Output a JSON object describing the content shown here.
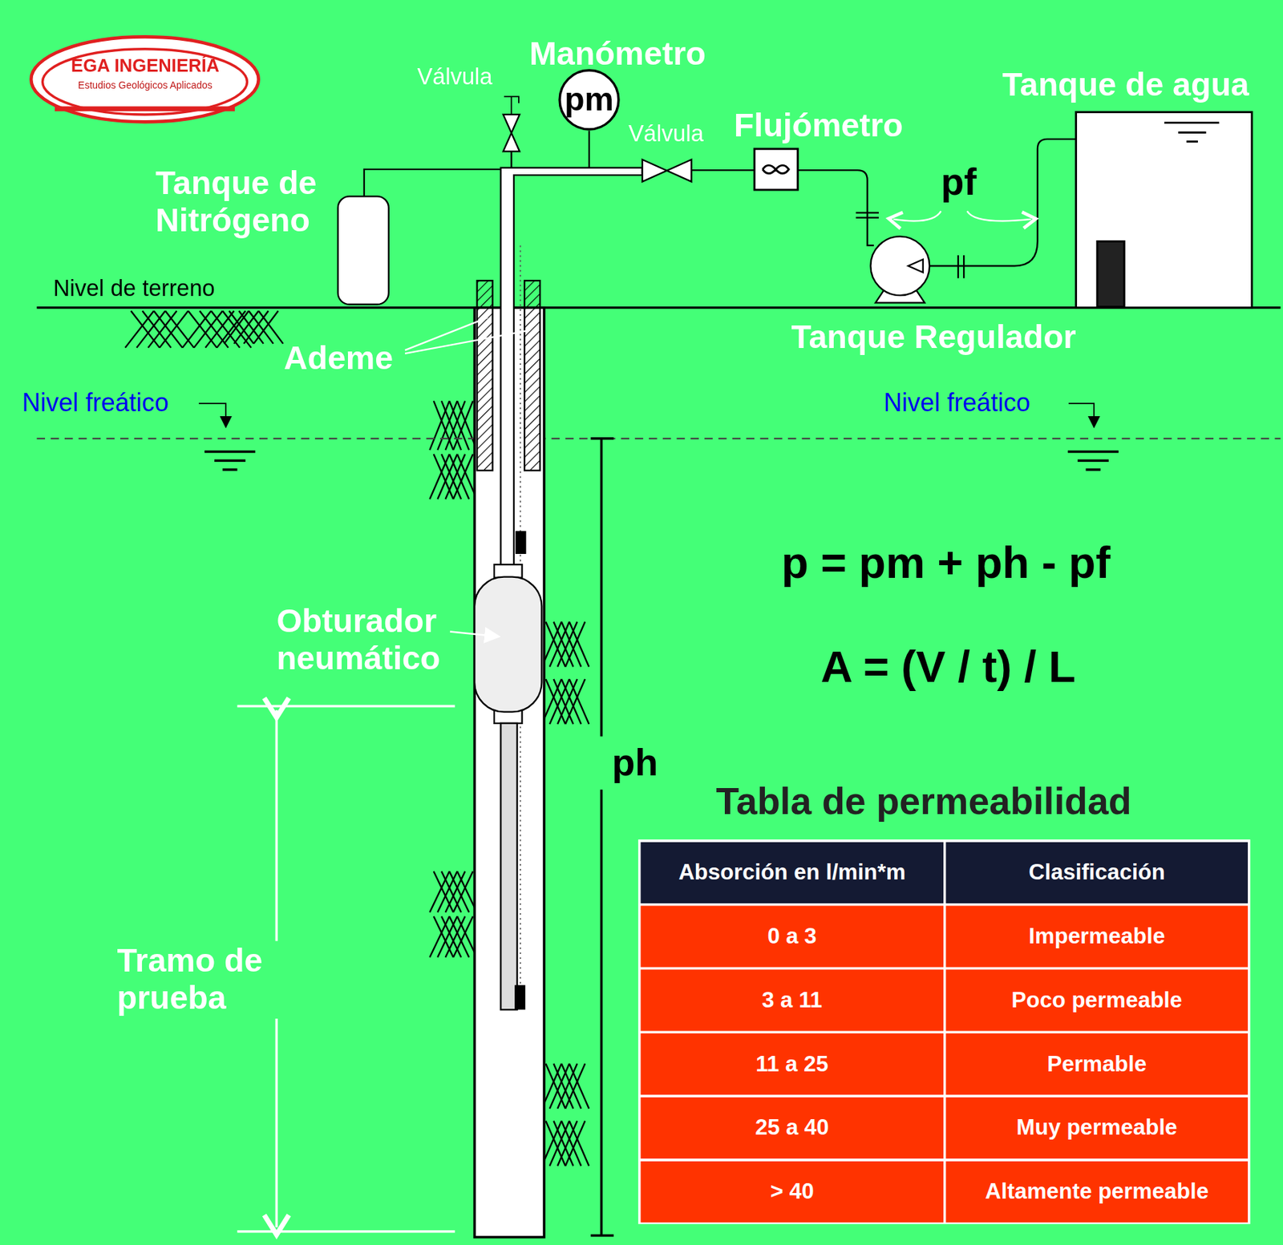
{
  "diagram": {
    "nodes": [
      {
        "text": [
          "EGA INGENIERÍA",
          "Estudios Geológicos Aplicados"
        ]
      },
      {
        "text": [
          "pm"
        ]
      }
    ],
    "labels": [
      "Válvula",
      "Manómetro",
      "Válvula",
      "Flujómetro",
      "Tanque de agua",
      "Tanque de Nitrógeno",
      "pf",
      "Nivel de terreno",
      "Tanque Regulador",
      "Ademe",
      "Nivel freático",
      "Nivel freático",
      "p = pm + ph - pf",
      "A = (V / t) / L",
      "Obturador neumático",
      "ph",
      "Tabla de permeabilidad",
      "Tramo de prueba",
      "Absorción en l/min*m",
      "Clasificación",
      "0 a 3",
      "Impermeable",
      "3 a 11",
      "Poco permeable",
      "11 a 25",
      "Permable",
      "25 a 40",
      "Muy permeable",
      "> 40",
      "Altamente permeable"
    ]
  }
}
